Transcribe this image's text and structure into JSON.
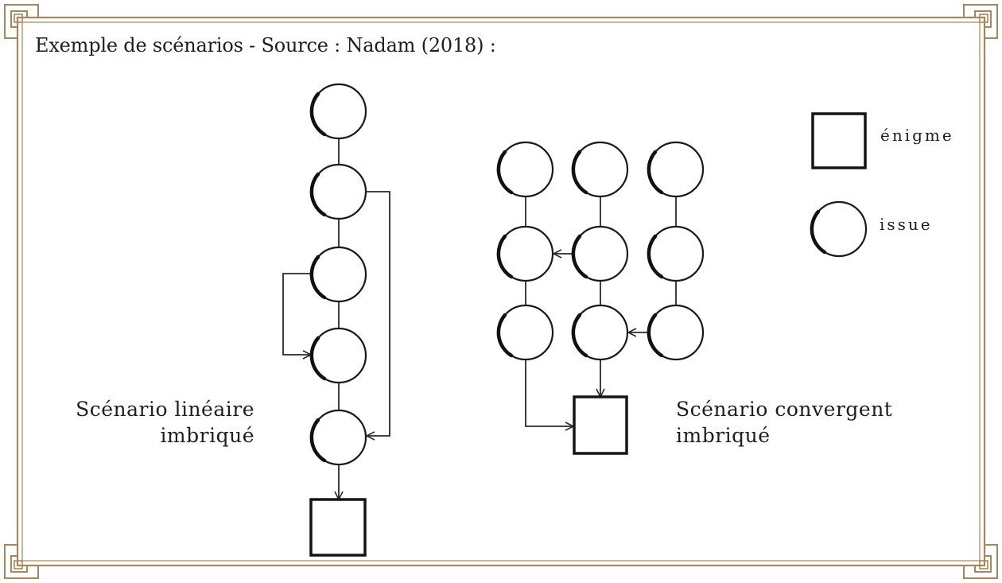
{
  "title": "Exemple de scénarios - Source : Nadam (2018) :",
  "diagram": {
    "linear": {
      "label_line1": "Scénario linéaire",
      "label_line2": "imbriqué",
      "issues": 5,
      "enigmes": 1
    },
    "convergent": {
      "label_line1": "Scénario convergent",
      "label_line2": "imbriqué",
      "issues": 9,
      "enigmes": 1
    }
  },
  "legend": {
    "enigme": "énigme",
    "issue": "issue"
  },
  "colors": {
    "frame": "#a8865a",
    "ink": "#1a1a1a",
    "background": "#ffffff"
  }
}
